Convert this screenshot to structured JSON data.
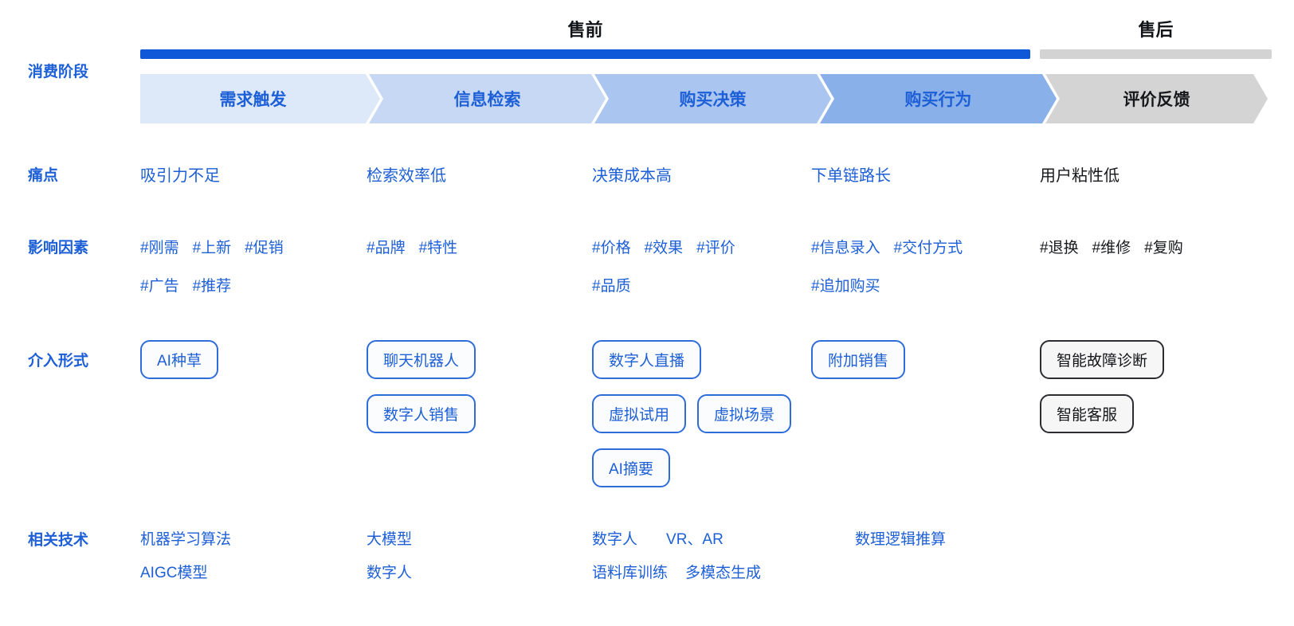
{
  "header": {
    "presale": "售前",
    "aftersale": "售后"
  },
  "colors": {
    "presale_bar": "#0f58d7",
    "aftersale_bar": "#d3d3d3",
    "primary_blue_text": "#1d5fd6",
    "dark_text": "#16181b",
    "stage_fills": [
      "#dde8f8",
      "#c6d8f4",
      "#aac5f0",
      "#8ab0ea",
      "#d4d4d4"
    ]
  },
  "row_labels": {
    "stage": "消费阶段",
    "pain": "痛点",
    "factors": "影响因素",
    "intervention": "介入形式",
    "technology": "相关技术"
  },
  "stages": [
    {
      "label": "需求触发"
    },
    {
      "label": "信息检索"
    },
    {
      "label": "购买决策"
    },
    {
      "label": "购买行为"
    },
    {
      "label": "评价反馈"
    }
  ],
  "pain_points": [
    "吸引力不足",
    "检索效率低",
    "决策成本高",
    "下单链路长",
    "用户粘性低"
  ],
  "factors": [
    {
      "line1": [
        "#刚需",
        "#上新",
        "#促销"
      ],
      "line2": [
        "#广告",
        "#推荐"
      ]
    },
    {
      "line1": [
        "#品牌",
        "#特性"
      ],
      "line2": []
    },
    {
      "line1": [
        "#价格",
        "#效果",
        "#评价"
      ],
      "line2": [
        "#品质"
      ]
    },
    {
      "line1": [
        "#信息录入",
        "#交付方式"
      ],
      "line2": [
        "#追加购买"
      ]
    },
    {
      "line1": [
        "#退换",
        "#维修",
        "#复购"
      ],
      "line2": []
    }
  ],
  "interventions": {
    "col1_row1": [
      "AI种草"
    ],
    "col2_row1": [
      "聊天机器人"
    ],
    "col2_row2": [
      "数字人销售"
    ],
    "col3_row1": [
      "数字人直播"
    ],
    "col3_row2": [
      "虚拟试用",
      "虚拟场景"
    ],
    "col3_row3": [
      "AI摘要"
    ],
    "col4_row1": [
      "附加销售"
    ],
    "col5_row1": [
      "智能故障诊断"
    ],
    "col5_row2": [
      "智能客服"
    ]
  },
  "technologies": {
    "col1": [
      "机器学习算法",
      "AIGC模型"
    ],
    "col2": [
      "大模型",
      "数字人"
    ],
    "col3_line1": [
      "数字人",
      "VR、AR"
    ],
    "col3_line2": [
      "语料库训练",
      "多模态生成"
    ],
    "col4_line1": [
      "数理逻辑推算"
    ]
  }
}
